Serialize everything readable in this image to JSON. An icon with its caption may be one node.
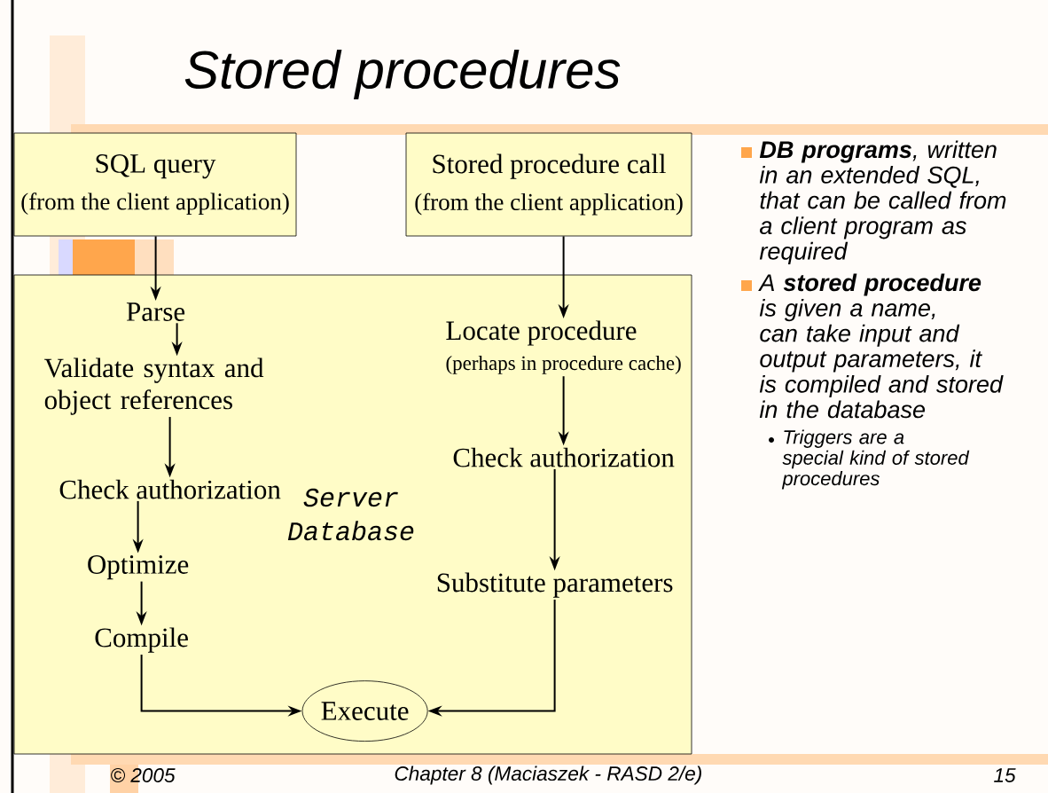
{
  "diagram": {
    "title": "Stored procedures",
    "nodes": [
      {
        "text": [
          "SQL query",
          "(from the client application)"
        ]
      },
      {
        "text": [
          "Stored procedure call",
          "(from the client application)"
        ]
      },
      {
        "text": [
          "Server Database"
        ]
      },
      {
        "text": [
          "Parse"
        ],
        "in": 2
      },
      {
        "text": [
          "Validate syntax and object references"
        ],
        "in": 2
      },
      {
        "text": [
          "Check authorization"
        ],
        "in": 2
      },
      {
        "text": [
          "Optimize"
        ],
        "in": 2
      },
      {
        "text": [
          "Compile"
        ],
        "in": 2
      },
      {
        "text": [
          "Locate procedure",
          "(perhaps in procedure cache)"
        ],
        "in": 2
      },
      {
        "text": [
          "Check authorization"
        ],
        "in": 2
      },
      {
        "text": [
          "Substitute parameters"
        ],
        "in": 2
      },
      {
        "text": [
          "Execute"
        ],
        "in": 2
      }
    ],
    "edges": [
      {
        "from": 0,
        "to": 3,
        "arrow": "to"
      },
      {
        "from": 3,
        "to": 4,
        "arrow": "to"
      },
      {
        "from": 4,
        "to": 5,
        "arrow": "to"
      },
      {
        "from": 5,
        "to": 6,
        "arrow": "to"
      },
      {
        "from": 6,
        "to": 7,
        "arrow": "to"
      },
      {
        "from": 7,
        "to": 11,
        "arrow": "to"
      },
      {
        "from": 1,
        "to": 8,
        "arrow": "to"
      },
      {
        "from": 8,
        "to": 9,
        "arrow": "to"
      },
      {
        "from": 9,
        "to": 10,
        "arrow": "to"
      },
      {
        "from": 10,
        "to": 11,
        "arrow": "to"
      }
    ],
    "labels": [
      "**DB programs**, written in an extended SQL, that can be called from a client program as required",
      "A **stored procedure** is given a name, can take input and output parameters, it is compiled and stored in the database",
      "Triggers are a special kind of stored procedures",
      "© 2005",
      "Chapter 8 (Maciaszek - RASD 2/e)",
      "15"
    ]
  }
}
